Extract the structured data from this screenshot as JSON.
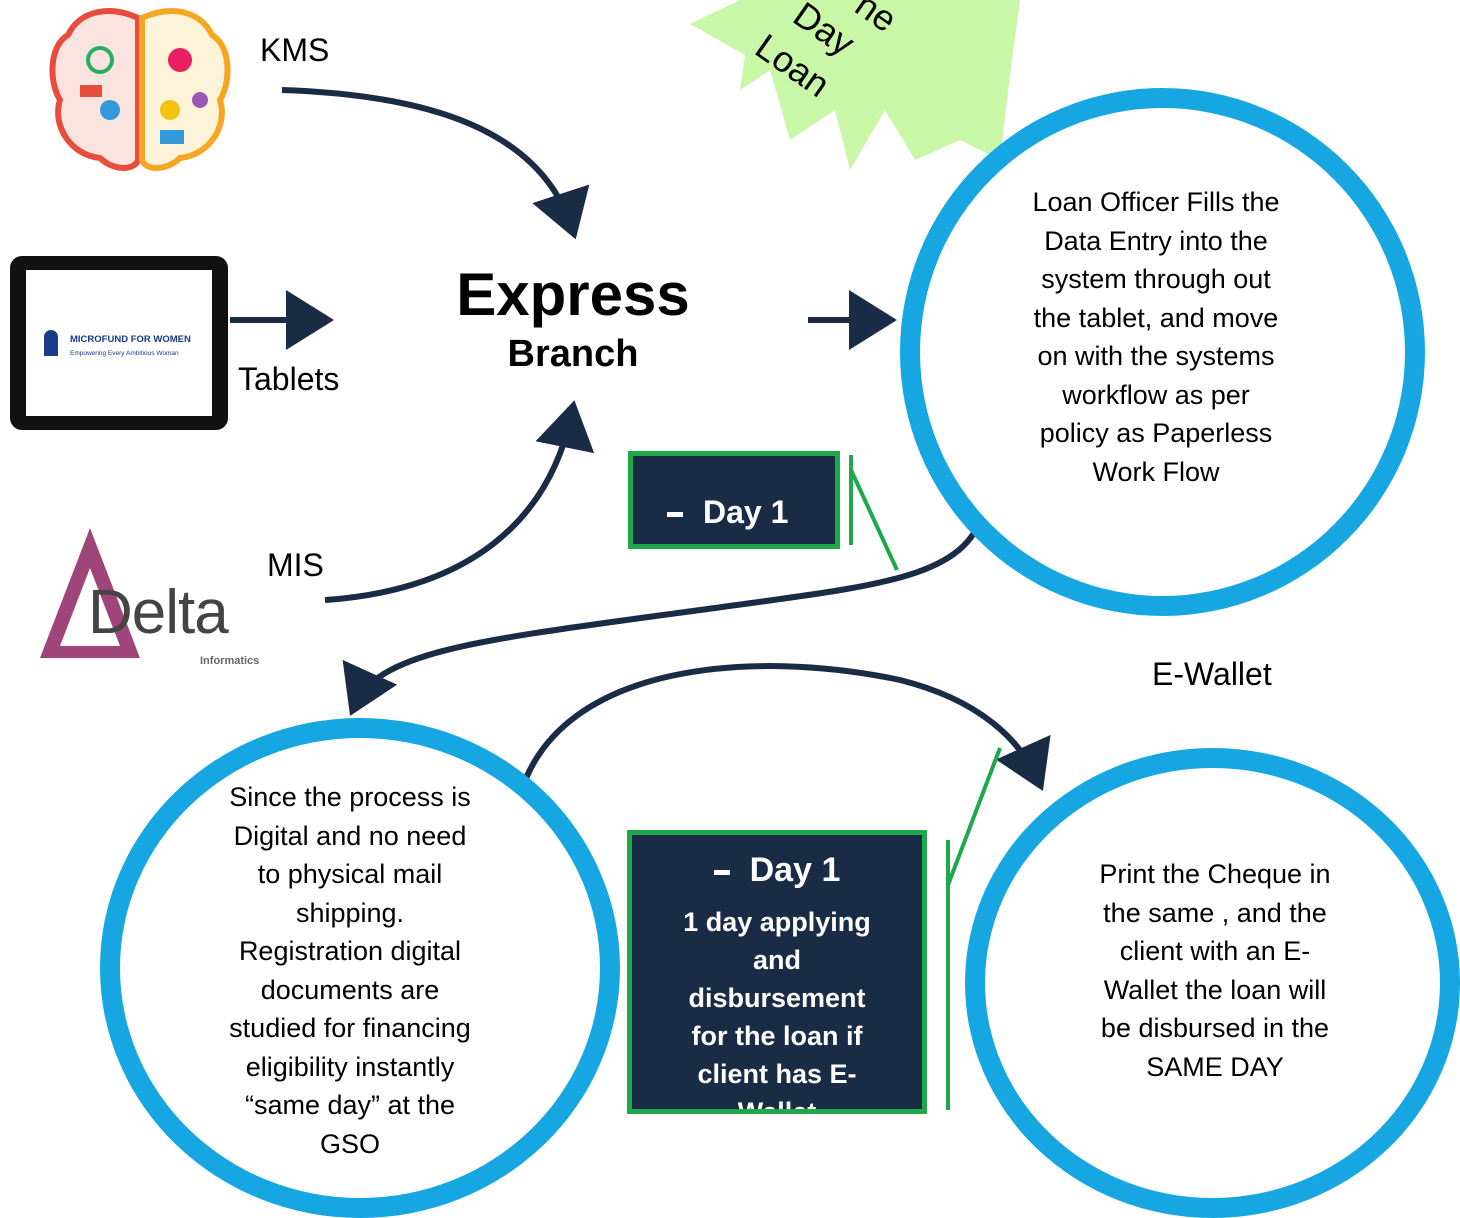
{
  "diagram": {
    "sources": {
      "kms": {
        "label": "KMS"
      },
      "tablets": {
        "label": "Tablets",
        "tablet_title": "MICROFUND FOR WOMEN",
        "tablet_tagline": "Empowering Every Ambitious Woman"
      },
      "mis": {
        "label": "MIS",
        "logo_word": "Delta",
        "logo_sub": "Informatics"
      }
    },
    "hub": {
      "title": "Express",
      "subtitle": "Branch"
    },
    "burst": {
      "line1": "ne",
      "line2": "Day",
      "line3": "Loan"
    },
    "steps": [
      {
        "lines": [
          "Loan Officer Fills the",
          "Data Entry into the",
          "system through out",
          "the tablet, and move",
          "on with the systems",
          "workflow as per",
          "policy as Paperless",
          "Work Flow"
        ]
      },
      {
        "lines": [
          "Since the process is",
          "Digital and no need",
          "to physical mail",
          "shipping.",
          "Registration digital",
          "documents are",
          "studied for financing",
          "eligibility instantly",
          "“same day” at the",
          "GSO"
        ]
      },
      {
        "lines": [
          "Print the Cheque in",
          "the same , and the",
          "client with an E-",
          "Wallet the loan will",
          "be disbursed in the",
          "SAME DAY"
        ]
      }
    ],
    "ewallet_label": "E-Wallet",
    "day_box_1": {
      "label": "Day 1"
    },
    "day_box_2": {
      "label": "Day 1",
      "desc_lines": [
        "1 day applying",
        "and",
        "disbursement",
        "for the loan if",
        "client has E-",
        "Wallet"
      ]
    },
    "colors": {
      "circle_border": "#16a7e2",
      "arrow": "#1a2b45",
      "box_fill": "#1a2b45",
      "box_border": "#1fa84a",
      "burst_fill": "#c8f7a8"
    }
  }
}
